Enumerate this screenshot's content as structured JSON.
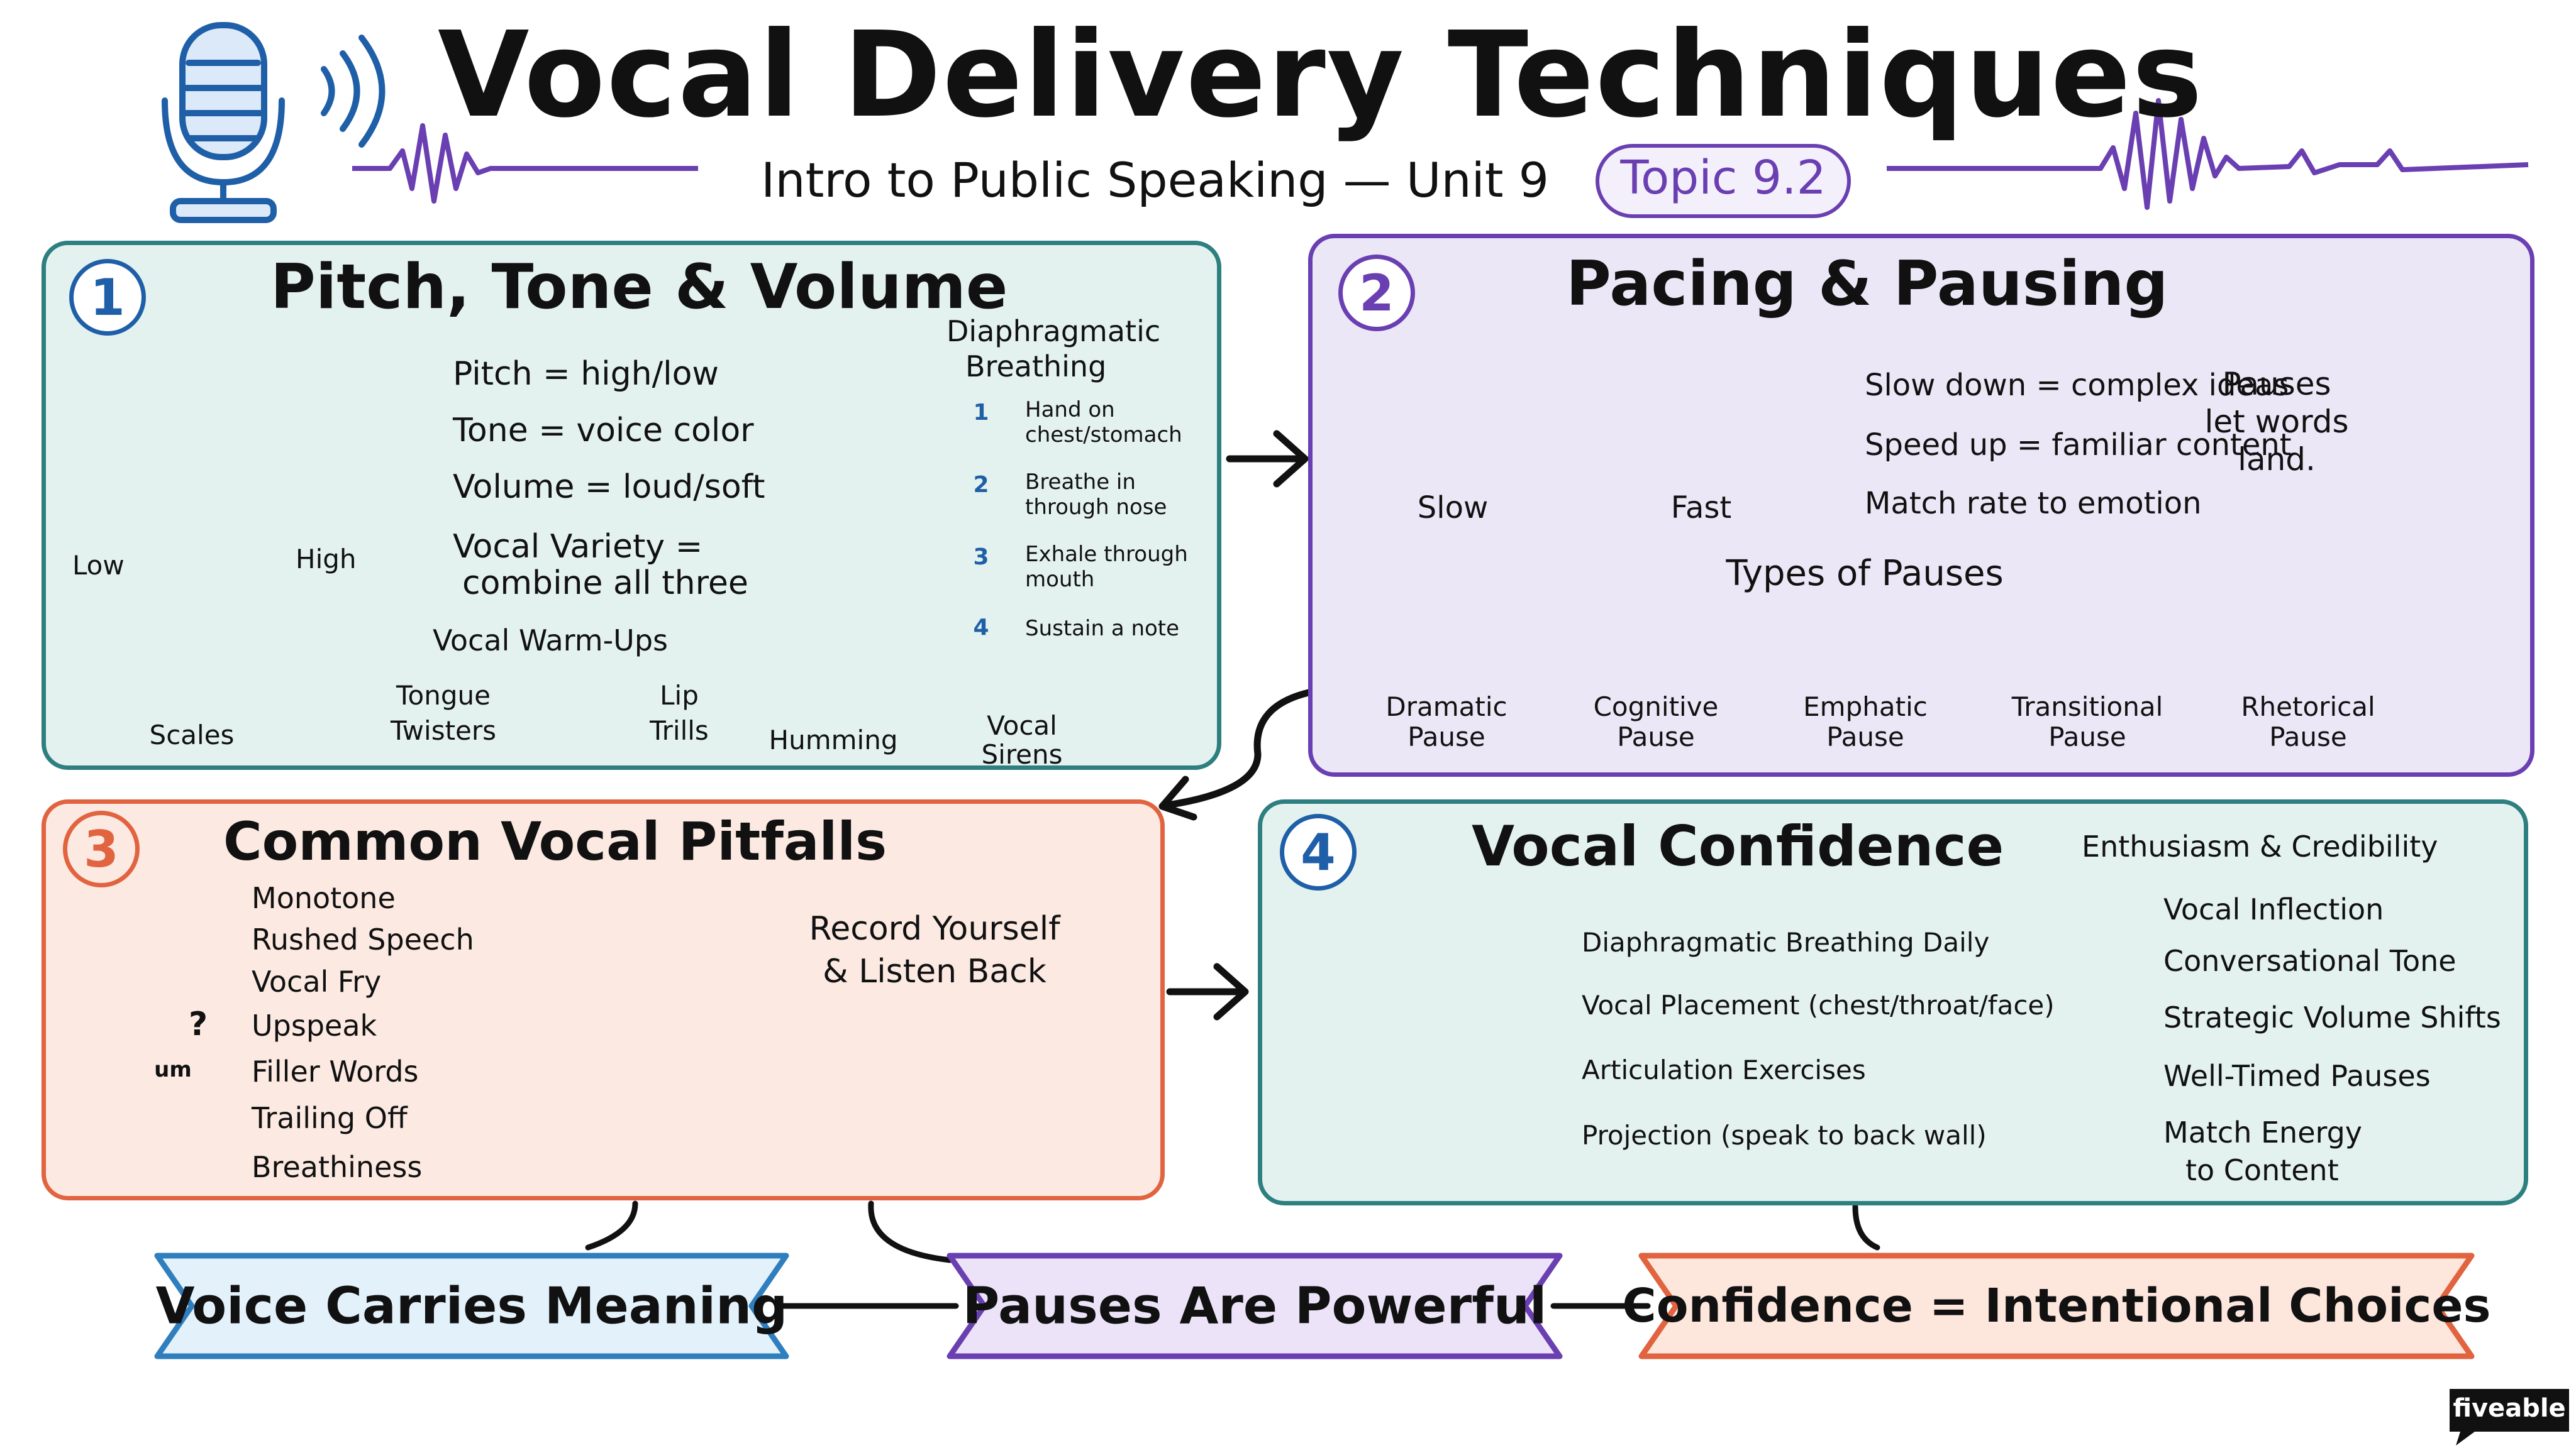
{
  "header": {
    "title": "Vocal Delivery Techniques",
    "subtitle": "Intro to Public Speaking — Unit 9",
    "topic_badge": "Topic 9.2"
  },
  "panel1": {
    "number": "1",
    "title": "Pitch, Tone & Volume",
    "dial_low": "Low",
    "dial_high": "High",
    "items": [
      {
        "label": "Pitch = high/low",
        "icon": "wave-icon"
      },
      {
        "label": "Tone = voice color",
        "icon": "palette-icon"
      },
      {
        "label": "Volume = loud/soft",
        "icon": "speaker-icon"
      },
      {
        "label_line1": "Vocal Variety =",
        "label_line2": "combine all three",
        "icon": "star-icon"
      }
    ],
    "breathing": {
      "title_line1": "Diaphragmatic",
      "title_line2": "Breathing",
      "steps": [
        {
          "n": "1",
          "line1": "Hand on",
          "line2": "chest/stomach"
        },
        {
          "n": "2",
          "line1": "Breathe in",
          "line2": "through nose"
        },
        {
          "n": "3",
          "line1": "Exhale through",
          "line2": "mouth"
        },
        {
          "n": "4",
          "line1": "Sustain a note",
          "line2": ""
        }
      ]
    },
    "warmups_title": "Vocal Warm-Ups",
    "warmups": [
      {
        "line1": "Scales",
        "line2": ""
      },
      {
        "line1": "Tongue",
        "line2": "Twisters"
      },
      {
        "line1": "Lip",
        "line2": "Trills"
      },
      {
        "line1": "Humming",
        "line2": ""
      },
      {
        "line1": "Vocal",
        "line2": "Sirens"
      }
    ]
  },
  "panel2": {
    "number": "2",
    "title": "Pacing & Pausing",
    "slow": "Slow",
    "fast": "Fast",
    "bullets": [
      "Slow down = complex ideas",
      "Speed up = familiar content",
      "Match rate to emotion"
    ],
    "bubble": {
      "line1": "Pauses",
      "line2": "let words",
      "line3": "land."
    },
    "pauses_title": "Types of Pauses",
    "pauses": [
      {
        "line1": "Dramatic",
        "line2": "Pause"
      },
      {
        "line1": "Cognitive",
        "line2": "Pause"
      },
      {
        "line1": "Emphatic",
        "line2": "Pause"
      },
      {
        "line1": "Transitional",
        "line2": "Pause"
      },
      {
        "line1": "Rhetorical",
        "line2": "Pause"
      }
    ]
  },
  "panel3": {
    "number": "3",
    "title": "Common Vocal Pitfalls",
    "pitfalls": [
      "Monotone",
      "Rushed Speech",
      "Vocal Fry",
      "Upspeak",
      "Filler Words",
      "Trailing Off",
      "Breathiness"
    ],
    "um_label": "um",
    "upspeak_mark": "?",
    "record": {
      "line1": "Record Yourself",
      "line2": "& Listen Back"
    }
  },
  "panel4": {
    "number": "4",
    "title": "Vocal Confidence",
    "practices": [
      "Diaphragmatic Breathing Daily",
      "Vocal Placement (chest/throat/face)",
      "Articulation Exercises",
      "Projection (speak to back wall)"
    ],
    "outcomes_title": "Enthusiasm & Credibility",
    "outcomes": [
      {
        "line1": "Vocal Inflection",
        "line2": ""
      },
      {
        "line1": "Conversational Tone",
        "line2": ""
      },
      {
        "line1": "Strategic Volume Shifts",
        "line2": ""
      },
      {
        "line1": "Well-Timed Pauses",
        "line2": ""
      },
      {
        "line1": "Match Energy",
        "line2": "to Content"
      }
    ]
  },
  "banners": [
    {
      "label": "Voice Carries Meaning",
      "color": "#2f7fbf",
      "fill": "#e3f1fb"
    },
    {
      "label": "Pauses Are Powerful",
      "color": "#6a3fb2",
      "fill": "#ece3f8"
    },
    {
      "label": "Confidence = Intentional Choices",
      "color": "#e1633f",
      "fill": "#fde6dc"
    }
  ],
  "logo": "fiveable",
  "colors": {
    "teal": "#2e7f80",
    "purple": "#6a3fb2",
    "orange": "#e1633f",
    "blue": "#1f5fa8"
  }
}
